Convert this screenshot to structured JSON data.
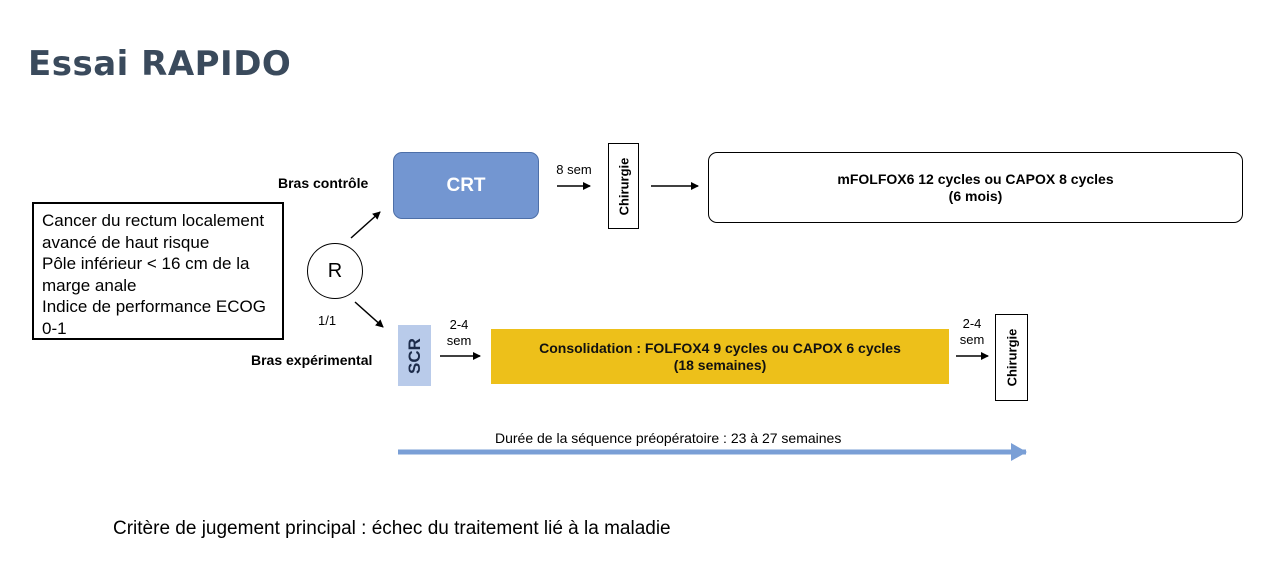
{
  "title": "Essai RAPIDO",
  "patient_box": [
    "Cancer du rectum localement",
    "avancé de haut risque",
    "Pôle inférieur < 16 cm de la",
    "marge anale",
    "Indice de performance ECOG",
    "0-1"
  ],
  "randomization": {
    "label": "R",
    "ratio": "1/1"
  },
  "control_arm": {
    "label": "Bras contrôle",
    "crt": "CRT",
    "interval": "8 sem",
    "surgery": "Chirurgie",
    "adjuvant_line1": "mFOLFOX6 12 cycles ou CAPOX 8 cycles",
    "adjuvant_line2": "(6 mois)"
  },
  "experimental_arm": {
    "label": "Bras expérimental",
    "scr": "SCR",
    "interval1_line1": "2-4",
    "interval1_line2": "sem",
    "consolidation_line1": "Consolidation : FOLFOX4 9 cycles ou CAPOX 6 cycles",
    "consolidation_line2": "(18 semaines)",
    "interval2_line1": "2-4",
    "interval2_line2": "sem",
    "surgery": "Chirurgie"
  },
  "duration_label": "Durée de la séquence préopératoire : 23 à 27 semaines",
  "primary_endpoint": "Critère de jugement principal : échec du traitement lié à la maladie",
  "colors": {
    "title": "#3a4a5c",
    "crt": "#7396d1",
    "scr": "#b9cbea",
    "consolidation": "#edc01a",
    "timeline_arrow": "#7a9fd6"
  }
}
